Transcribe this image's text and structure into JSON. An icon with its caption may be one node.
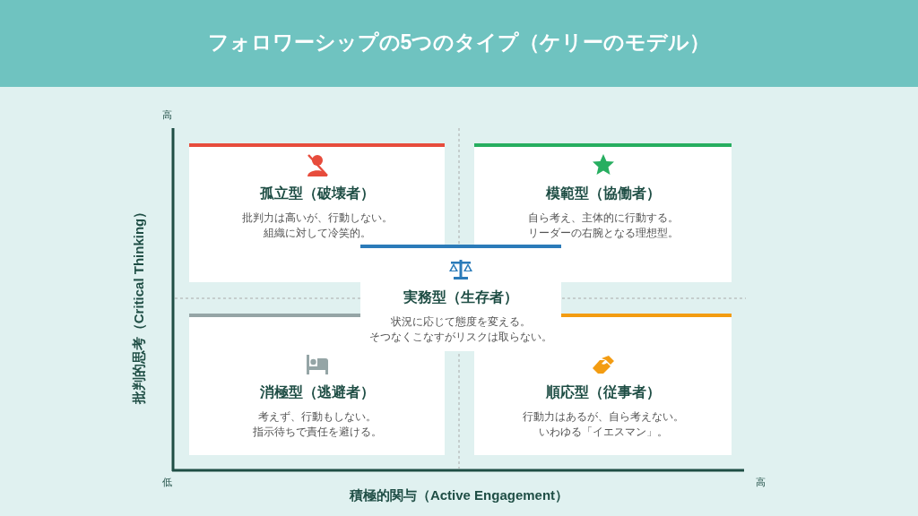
{
  "diagram": {
    "title": "フォロワーシップの5つのタイプ（ケリーのモデル）",
    "nodes": [
      {
        "text": [
          "孤立型（破壊者）",
          "批判力は高いが、行動しない。組織に対して冷笑的。"
        ]
      },
      {
        "text": [
          "模範型（協働者）",
          "自ら考え、主体的に行動する。リーダーの右腕となる理想型。"
        ]
      },
      {
        "text": [
          "実務型（生存者）",
          "状況に応じて態度を変える。そつなくこなすがリスクは取らない。"
        ]
      },
      {
        "text": [
          "消極型（逃避者）",
          "考えず、行動もしない。指示待ちで責任を避ける。"
        ]
      },
      {
        "text": [
          "順応型（従事者）",
          "行動力はあるが、自ら考えない。いわゆる「イエスマン」。"
        ]
      }
    ],
    "labels": [
      "高",
      "批判的思考（Critical Thinking）",
      "低",
      "高",
      "積極的関与（Active Engagement）"
    ]
  }
}
